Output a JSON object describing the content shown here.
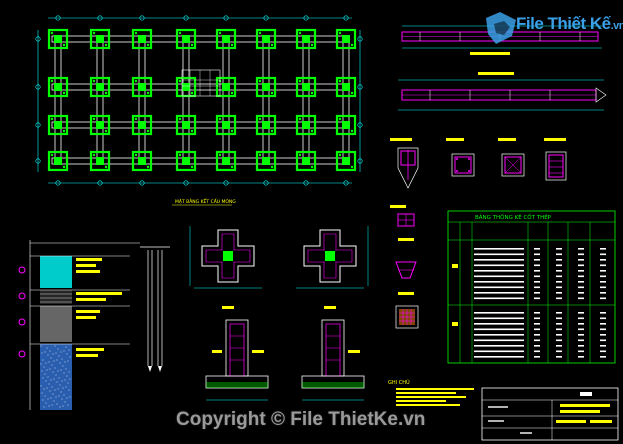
{
  "watermark": {
    "brand": "File Thiết Kế",
    "domain": ".vn",
    "copyright": "Copyright © File ThietKe.vn"
  },
  "labels": {
    "foundation_plan": "MẶT BẰNG KẾT CẤU MÓNG",
    "rebar_table_title": "BẢNG THỐNG KÊ CỐT THÉP",
    "notes_title": "GHI CHÚ"
  },
  "colors": {
    "background": "#000000",
    "structure": "#ffffff",
    "columns": "#00ff00",
    "rebar": "#ff00ff",
    "dimension": "#00ffff",
    "text": "#ffff00",
    "watermark": "#3aa0e8"
  }
}
